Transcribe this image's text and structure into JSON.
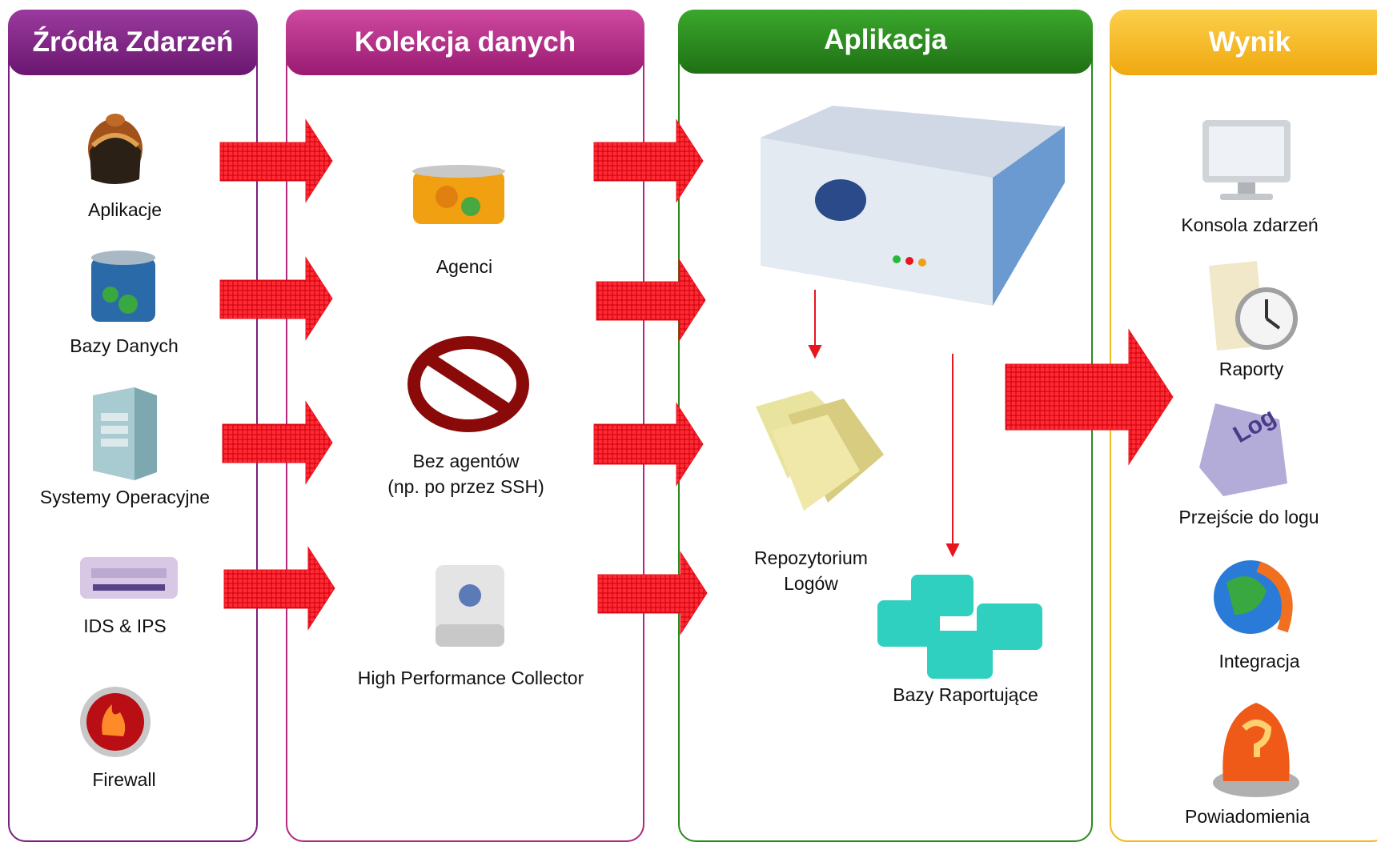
{
  "lanes": {
    "sources": {
      "title": "Źródła Zdarzeń",
      "color": "#7a1f7e"
    },
    "collection": {
      "title": "Kolekcja danych",
      "color": "#b0287f"
    },
    "application": {
      "title": "Aplikacja",
      "color": "#2a8a1e"
    },
    "result": {
      "title": "Wynik",
      "color": "#f0b820"
    }
  },
  "sources": {
    "applications": "Aplikacje",
    "databases": "Bazy Danych",
    "operating_systems": "Systemy Operacyjne",
    "ids_ips": "IDS & IPS",
    "firewall": "Firewall"
  },
  "collection": {
    "agents": "Agenci",
    "agentless_line1": "Bez agentów",
    "agentless_line2": "(np. po przez SSH)",
    "hpc": "High Performance Collector"
  },
  "application": {
    "log_repository_line1": "Repozytorium",
    "log_repository_line2": "Logów",
    "reporting_dbs": "Bazy Raportujące"
  },
  "results": {
    "event_console": "Konsola zdarzeń",
    "reports": "Raporty",
    "go_to_log": "Przejście do logu",
    "integration": "Integracja",
    "notifications": "Powiadomienia"
  },
  "log_icon_text": "Log",
  "arrow_color": "#e8141e"
}
